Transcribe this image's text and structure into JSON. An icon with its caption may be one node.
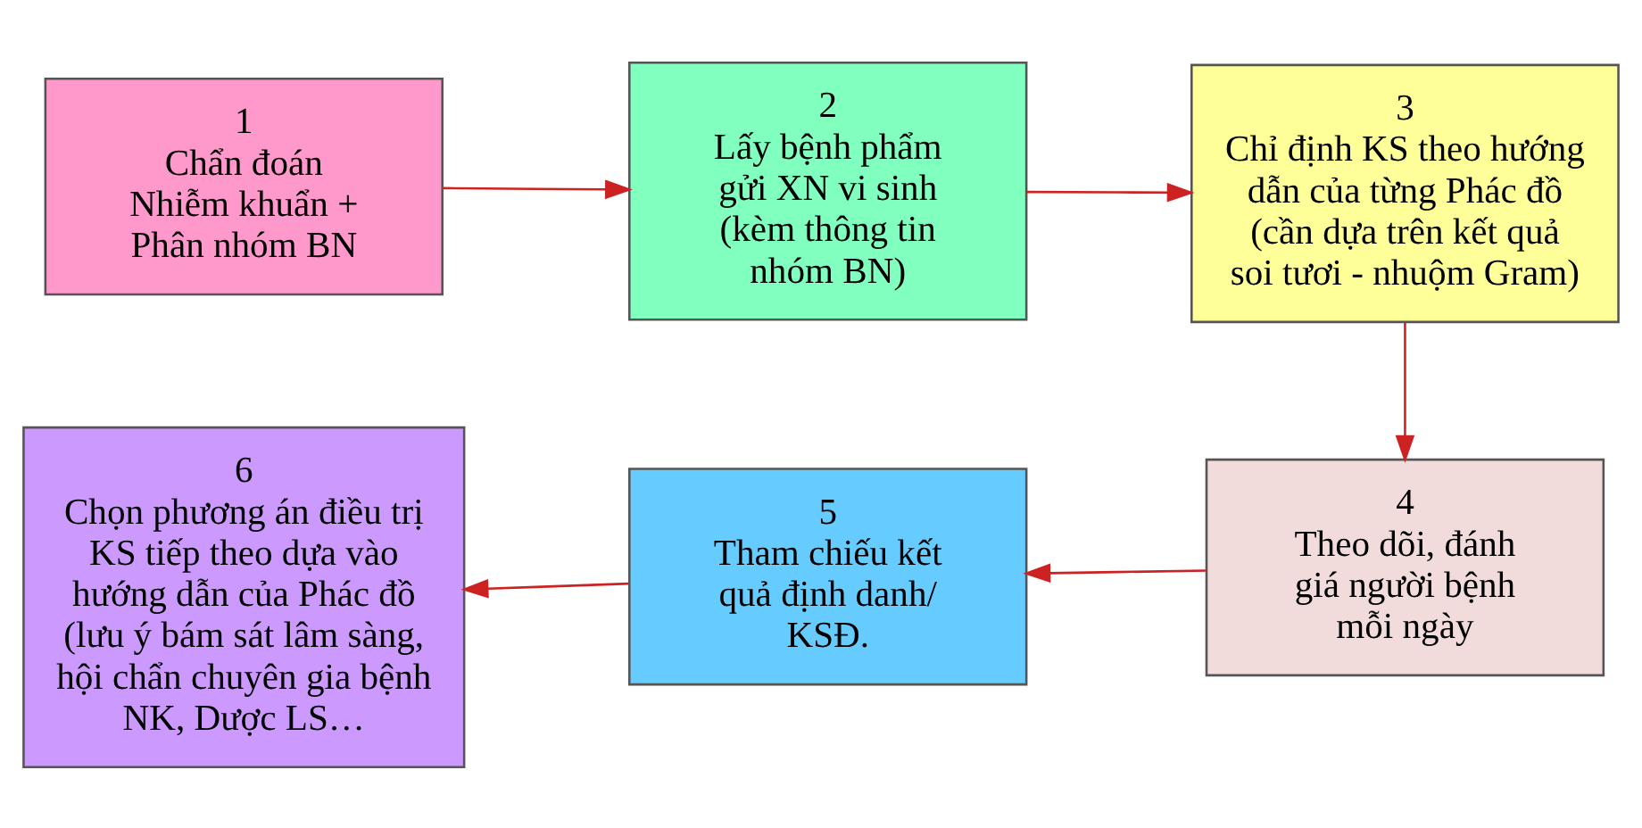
{
  "diagram": {
    "nodes": [
      {
        "text": [
          "1",
          "Chẩn đoán Nhiễm khuẩn + Phân nhóm BN"
        ]
      },
      {
        "text": [
          "2",
          "Lấy bệnh phẩm gửi XN vi sinh (kèm thông tin nhóm BN)"
        ]
      },
      {
        "text": [
          "3",
          "Chỉ định KS theo hướng dẫn của từng Phác đồ (cần dựa trên kết quả soi tươi - nhuộm Gram)"
        ]
      },
      {
        "text": [
          "4",
          "Theo dõi, đánh giá người bệnh mỗi ngày"
        ]
      },
      {
        "text": [
          "5",
          "Tham chiếu kết quả định danh/ KSĐ."
        ]
      },
      {
        "text": [
          "6",
          "Chọn phương án điều trị KS tiếp theo dựa vào hướng dẫn của Phác đồ (lưu ý bám sát lâm sàng, hội chẩn chuyên gia bệnh NK, Dược LS…"
        ]
      }
    ],
    "edges": [
      {
        "from": 0,
        "to": 1,
        "arrow": "to"
      },
      {
        "from": 1,
        "to": 2,
        "arrow": "to"
      },
      {
        "from": 2,
        "to": 3,
        "arrow": "to"
      },
      {
        "from": 3,
        "to": 4,
        "arrow": "to"
      },
      {
        "from": 4,
        "to": 5,
        "arrow": "to"
      }
    ]
  }
}
